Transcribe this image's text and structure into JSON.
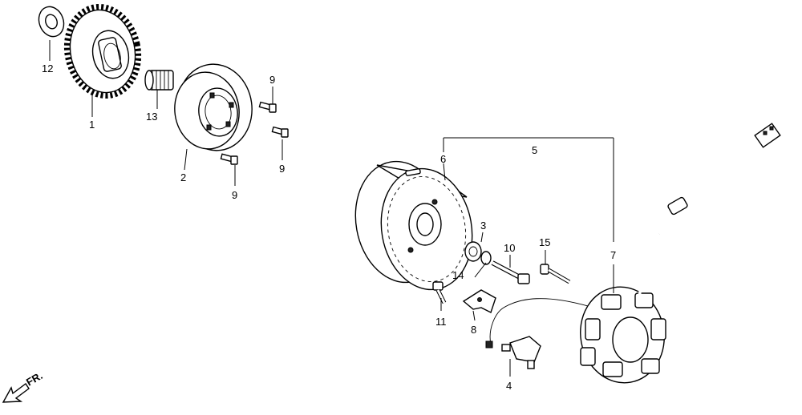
{
  "callouts": [
    {
      "id": "c12",
      "text": "12"
    },
    {
      "id": "c1",
      "text": "1"
    },
    {
      "id": "c13",
      "text": "13"
    },
    {
      "id": "c2",
      "text": "2"
    },
    {
      "id": "c9a",
      "text": "9"
    },
    {
      "id": "c9b",
      "text": "9"
    },
    {
      "id": "c9c",
      "text": "9"
    },
    {
      "id": "c6",
      "text": "6"
    },
    {
      "id": "c5",
      "text": "5"
    },
    {
      "id": "c7",
      "text": "7"
    },
    {
      "id": "c3",
      "text": "3"
    },
    {
      "id": "c10",
      "text": "10"
    },
    {
      "id": "c15",
      "text": "15"
    },
    {
      "id": "c14",
      "text": "14"
    },
    {
      "id": "c11",
      "text": "11"
    },
    {
      "id": "c8",
      "text": "8"
    },
    {
      "id": "c4",
      "text": "4"
    }
  ],
  "direction_label": "FR."
}
